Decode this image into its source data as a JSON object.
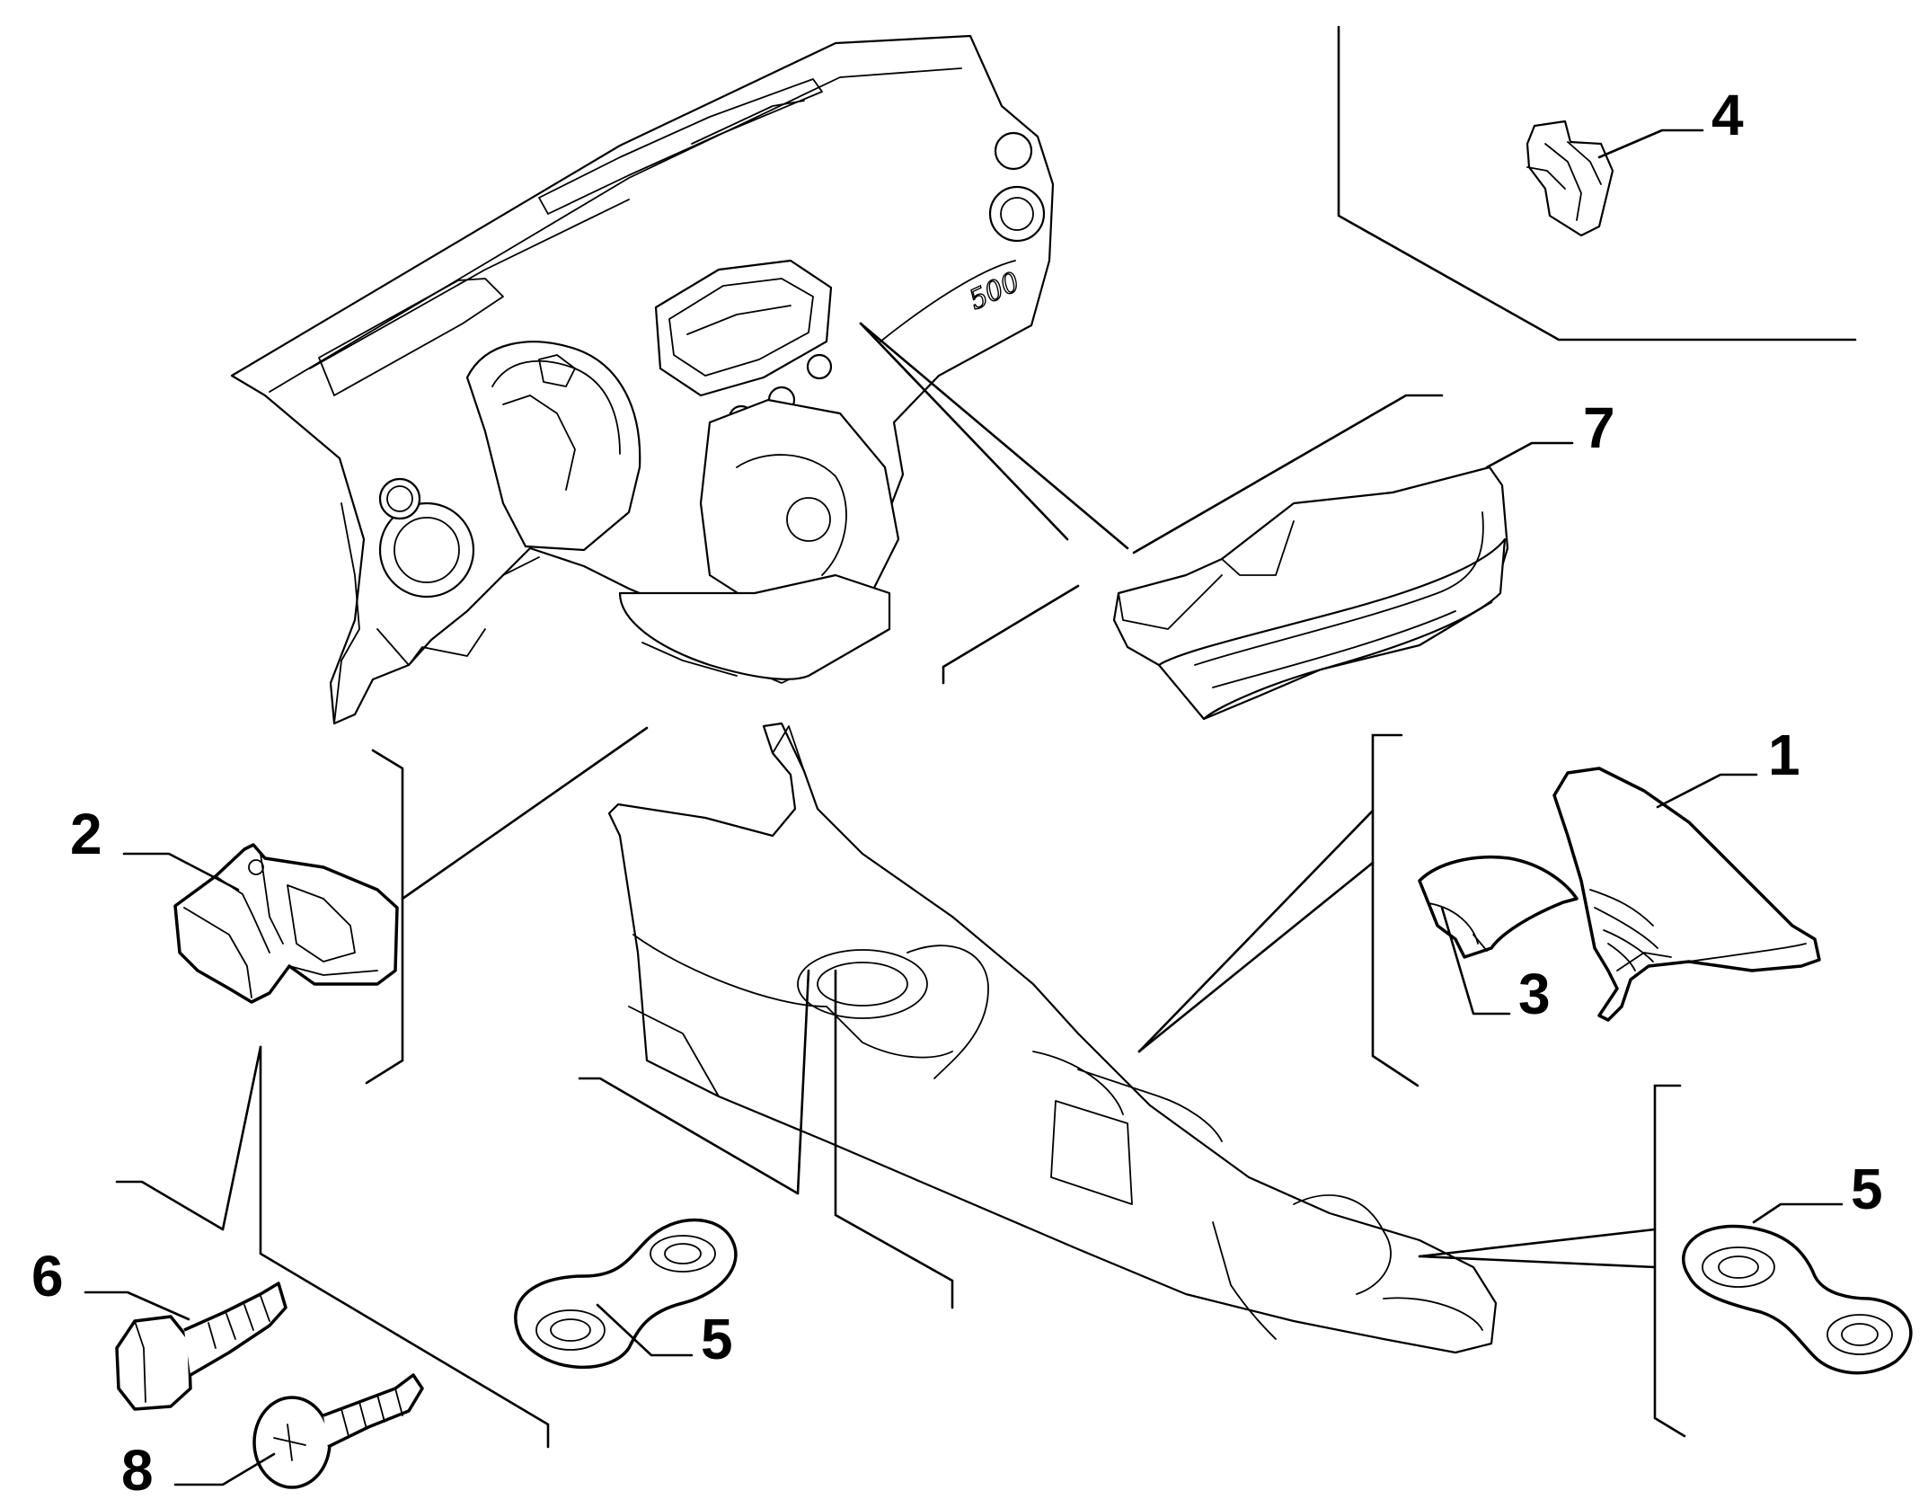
{
  "diagram": {
    "callouts": [
      {
        "id": "1",
        "label": "1"
      },
      {
        "id": "2",
        "label": "2"
      },
      {
        "id": "3",
        "label": "3"
      },
      {
        "id": "4",
        "label": "4"
      },
      {
        "id": "5a",
        "label": "5"
      },
      {
        "id": "5b",
        "label": "5"
      },
      {
        "id": "6",
        "label": "6"
      },
      {
        "id": "7",
        "label": "7"
      },
      {
        "id": "8",
        "label": "8"
      }
    ],
    "parts": {
      "dashboard": "dashboard",
      "dashboard_logo": "500",
      "center_console": "center-console",
      "air_duct": "air-duct",
      "gear_boot": "gear-boot",
      "cover_cap": "cover-cap",
      "clip": "clip",
      "rubber_mat": "rubber-mat",
      "screw_hex": "hex-screw",
      "screw_phillips": "phillips-screw",
      "storage_tray": "storage-tray"
    }
  }
}
